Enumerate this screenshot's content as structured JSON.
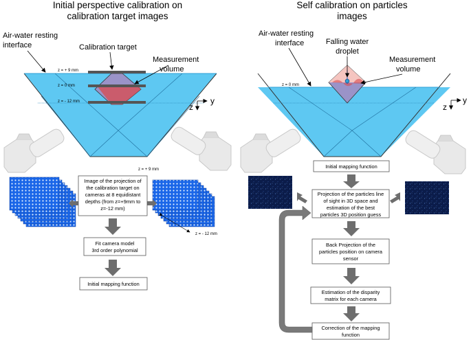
{
  "left": {
    "title_line1": "Initial perspective calibration on",
    "title_line2": "calibration target images",
    "interface_line1": "Air-water resting",
    "interface_line2": "interface",
    "target_label": "Calibration target",
    "volume_line1": "Measurement",
    "volume_line2": "volume",
    "depth_top": "z = + 9 mm",
    "depth_mid": "z = 0 mm",
    "depth_bot": "z = - 12 mm",
    "stack_top": "z = + 9 mm",
    "stack_bot": "z = - 12 mm",
    "box1": [
      "Image of the projection of",
      "the calibration target on",
      "cameras at 8  equidistant",
      "depths (from z=+9mm to",
      "z=-12 mm)"
    ],
    "box2": [
      "Fit camera model",
      "3rd order polynomial"
    ],
    "box3": [
      "Initial mapping function"
    ]
  },
  "right": {
    "title_line1": "Self calibration on particles",
    "title_line2": "images",
    "interface_line1": "Air-water resting",
    "interface_line2": "interface",
    "droplet_line1": "Falling water",
    "droplet_line2": "droplet",
    "volume_line1": "Measurement",
    "volume_line2": "volume",
    "depth_mid": "z = 0 mm",
    "box1": [
      "Initial mapping function"
    ],
    "box2": [
      "Projection of the particles line",
      "of sight in 3D space and",
      "estimation of the best",
      "particles 3D position guess"
    ],
    "box3": [
      "Back Projection of the",
      "particles position on camera",
      "sensor"
    ],
    "box4": [
      "Estimation of the disparity",
      "matrix for each camera"
    ],
    "box5": [
      "Correction of the mapping",
      "function"
    ]
  },
  "axes": {
    "z": "z",
    "y": "y"
  },
  "colors": {
    "water": "#5ec8f2",
    "water_dark": "#2f9fd6",
    "volume_red": "#d9494e",
    "volume_pink": "#f5c5c0",
    "volume_purple": "#9a93c8",
    "arrow": "#6e6e6e",
    "camera": "#e9e9e9",
    "grid_blue": "#1a66e8",
    "particle_bg": "#0b1c4a"
  }
}
